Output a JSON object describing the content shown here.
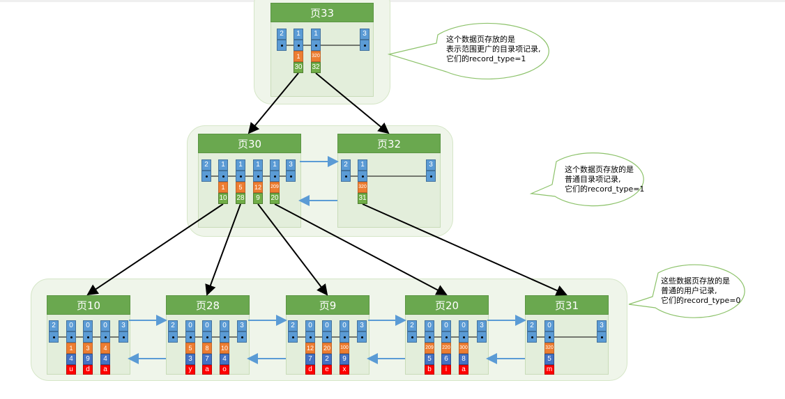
{
  "colors": {
    "header": "#6aa84f",
    "record_header": "#5b9bd5",
    "key": "#ed7d31",
    "page_pointer": "#70ad47",
    "column2": "#4472c4",
    "column3": "#ff0000",
    "sibling_arrow": "#5b9bd5"
  },
  "callouts": [
    {
      "line1": "这个数据页存放的是",
      "line2": "表示范围更广的目录项记录,",
      "line3": "它们的record_type=1"
    },
    {
      "line1": "这个数据页存放的是",
      "line2": "普通目录项记录,",
      "line3": "它们的record_type=1"
    },
    {
      "line1": "这些数据页存放的是",
      "line2": "普通的用户记录,",
      "line3": "它们的record_type=0"
    }
  ],
  "pages": [
    {
      "id": "p33",
      "title": "页33",
      "infimum": "2",
      "supremum": "3",
      "records": [
        {
          "type": "1",
          "key": "1",
          "ptr": "30"
        },
        {
          "type": "1",
          "key": "320",
          "ptr": "32"
        }
      ]
    },
    {
      "id": "p30",
      "title": "页30",
      "infimum": "2",
      "supremum": "3",
      "records": [
        {
          "type": "1",
          "key": "1",
          "ptr": "10"
        },
        {
          "type": "1",
          "key": "5",
          "ptr": "28"
        },
        {
          "type": "1",
          "key": "12",
          "ptr": "9"
        },
        {
          "type": "1",
          "key": "209",
          "ptr": "20"
        }
      ]
    },
    {
      "id": "p32",
      "title": "页32",
      "infimum": "2",
      "supremum": "3",
      "records": [
        {
          "type": "1",
          "key": "320",
          "ptr": "31"
        }
      ]
    },
    {
      "id": "p10",
      "title": "页10",
      "infimum": "2",
      "supremum": "3",
      "records": [
        {
          "type": "0",
          "key": "1",
          "c2": "4",
          "c3": "u"
        },
        {
          "type": "0",
          "key": "3",
          "c2": "9",
          "c3": "d"
        },
        {
          "type": "0",
          "key": "4",
          "c2": "4",
          "c3": "a"
        }
      ]
    },
    {
      "id": "p28",
      "title": "页28",
      "infimum": "2",
      "supremum": "3",
      "records": [
        {
          "type": "0",
          "key": "5",
          "c2": "3",
          "c3": "y"
        },
        {
          "type": "0",
          "key": "8",
          "c2": "7",
          "c3": "a"
        },
        {
          "type": "0",
          "key": "10",
          "c2": "4",
          "c3": "o"
        }
      ]
    },
    {
      "id": "p9",
      "title": "页9",
      "infimum": "2",
      "supremum": "3",
      "records": [
        {
          "type": "0",
          "key": "12",
          "c2": "7",
          "c3": "d"
        },
        {
          "type": "0",
          "key": "20",
          "c2": "2",
          "c3": "e"
        },
        {
          "type": "0",
          "key": "100",
          "c2": "9",
          "c3": "x"
        }
      ]
    },
    {
      "id": "p20",
      "title": "页20",
      "infimum": "2",
      "supremum": "3",
      "records": [
        {
          "type": "0",
          "key": "209",
          "c2": "5",
          "c3": "b"
        },
        {
          "type": "0",
          "key": "220",
          "c2": "6",
          "c3": "i"
        },
        {
          "type": "0",
          "key": "300",
          "c2": "8",
          "c3": "a"
        }
      ]
    },
    {
      "id": "p31",
      "title": "页31",
      "infimum": "2",
      "supremum": "3",
      "records": [
        {
          "type": "0",
          "key": "320",
          "c2": "5",
          "c3": "m"
        }
      ]
    }
  ]
}
